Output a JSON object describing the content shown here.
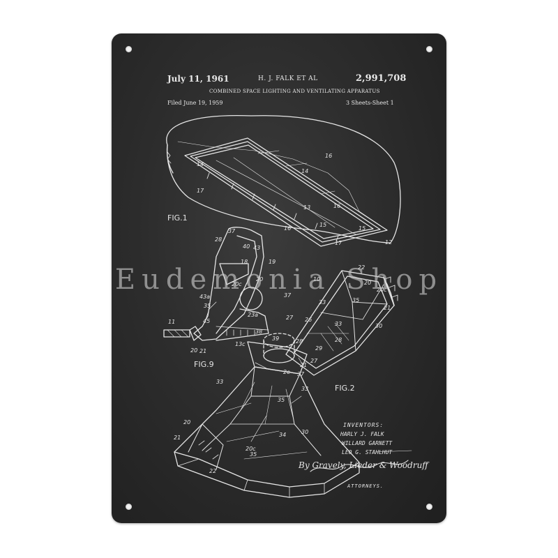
{
  "patent": {
    "date": "July 11, 1961",
    "inventor_short": "H. J. FALK ET AL",
    "number": "2,991,708",
    "title": "COMBINED SPACE LIGHTING AND VENTILATING APPARATUS",
    "filed": "Filed June 19, 1959",
    "sheets": "3 Sheets-Sheet 1"
  },
  "figures": [
    "FIG.1",
    "FIG.9",
    "FIG.2"
  ],
  "inventors": {
    "heading": "INVENTORS:",
    "names": [
      "HARLY J. FALK",
      "WILLARD GARNETT",
      "LEO G. STAHLHUT"
    ]
  },
  "signature": {
    "by": "By",
    "text": "Gravely, Lieder & Woodruff",
    "attorneys": "ATTORNEYS."
  },
  "watermark": "Eudemonia Shop",
  "colors": {
    "board": "#2d2d2d",
    "chalk": "#e8e8e8",
    "background": "#ffffff"
  }
}
